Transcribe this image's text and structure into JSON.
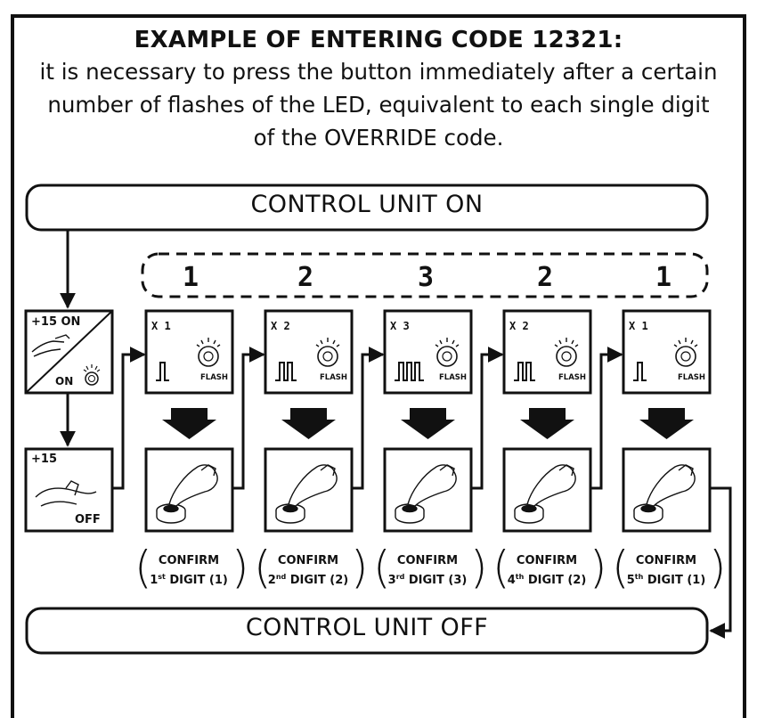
{
  "heading": "EXAMPLE OF ENTERING CODE 12321:",
  "description": [
    "it is necessary to press the button immediately after a certain",
    "number of flashes of the LED, equivalent to each single digit",
    "of the OVERRIDE code."
  ],
  "control_on_label": "CONTROL UNIT ON",
  "control_off_label": "CONTROL UNIT OFF",
  "code_digits": [
    "1",
    "2",
    "3",
    "2",
    "1"
  ],
  "start_panel": {
    "top_text": "+15 ON",
    "bottom_text": "ON"
  },
  "off_panel": {
    "top_text": "+15",
    "bottom_text": "OFF"
  },
  "steps": [
    {
      "count": "X 1",
      "flashes": 1,
      "flash_label": "FLASH",
      "confirm": "CONFIRM",
      "ordinal": "1",
      "suffix": "st",
      "digit_text": "DIGIT (1)"
    },
    {
      "count": "X 2",
      "flashes": 2,
      "flash_label": "FLASH",
      "confirm": "CONFIRM",
      "ordinal": "2",
      "suffix": "nd",
      "digit_text": "DIGIT (2)"
    },
    {
      "count": "X 3",
      "flashes": 3,
      "flash_label": "FLASH",
      "confirm": "CONFIRM",
      "ordinal": "3",
      "suffix": "rd",
      "digit_text": "DIGIT (3)"
    },
    {
      "count": "X 2",
      "flashes": 2,
      "flash_label": "FLASH",
      "confirm": "CONFIRM",
      "ordinal": "4",
      "suffix": "th",
      "digit_text": "DIGIT (2)"
    },
    {
      "count": "X 1",
      "flashes": 1,
      "flash_label": "FLASH",
      "confirm": "CONFIRM",
      "ordinal": "5",
      "suffix": "th",
      "digit_text": "DIGIT (1)"
    }
  ],
  "icons": [
    "led-icon",
    "finger-press-button-icon",
    "hand-key-icon",
    "down-arrow-icon"
  ]
}
